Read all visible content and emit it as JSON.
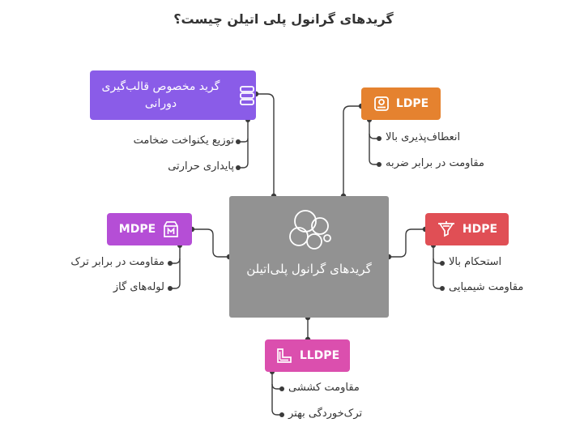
{
  "title": "گریدهای گرانول پلی اتیلن چیست؟",
  "center": {
    "label": "گریدهای گرانول پلی‌اتیلن",
    "icon": "bubbles-icon"
  },
  "nodes": {
    "rotational": {
      "label": "گرید مخصوص قالب‌گیری دورانی",
      "icon": "stack-icon",
      "color": "#8a5ce8",
      "items": [
        "توزیع یکنواخت ضخامت",
        "پایداری حرارتی"
      ]
    },
    "ldpe": {
      "label": "LDPE",
      "icon": "drive-icon",
      "color": "#e5822f",
      "items": [
        "انعطاف‌پذیری بالا",
        "مقاومت در برابر ضربه"
      ]
    },
    "mdpe": {
      "label": "MDPE",
      "icon": "box-m-icon",
      "color": "#b54ed6",
      "items": [
        "مقاومت در برابر ترک",
        "لوله‌های گاز"
      ]
    },
    "hdpe": {
      "label": "HDPE",
      "icon": "funnel-icon",
      "color": "#e04f55",
      "items": [
        "استحکام بالا",
        "مقاومت شیمیایی"
      ]
    },
    "lldpe": {
      "label": "LLDPE",
      "icon": "corner-frame-icon",
      "color": "#db4fae",
      "items": [
        "مقاومت کششی",
        "ترک‌خوردگی بهتر"
      ]
    }
  }
}
